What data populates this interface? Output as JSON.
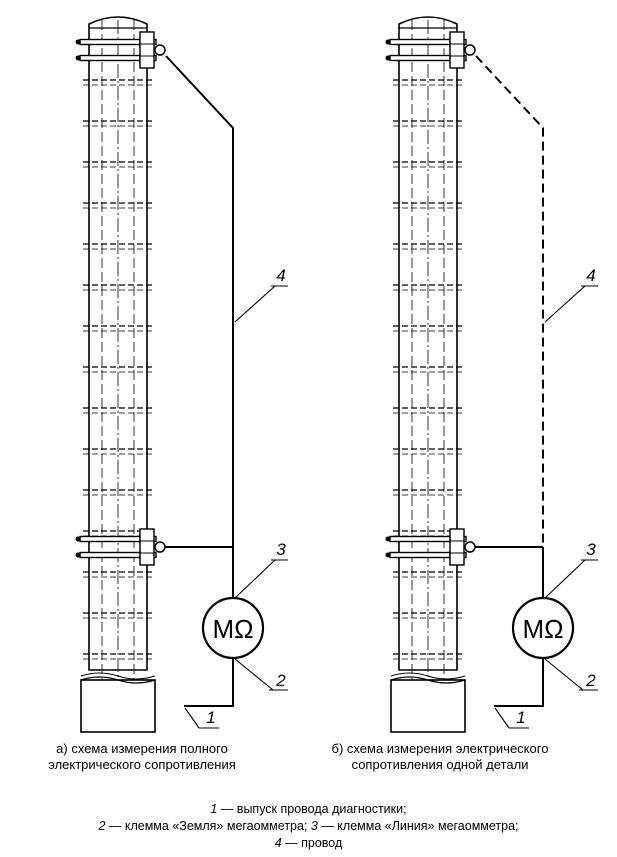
{
  "schemes": [
    {
      "id": "a",
      "caption_line1": "а) схема измерения полного",
      "caption_line2": "электрического сопротивления",
      "wire_style": "solid"
    },
    {
      "id": "b",
      "caption_line1": "б) схема измерения электрического",
      "caption_line2": "сопротивления одной детали",
      "wire_style": "dashed"
    }
  ],
  "callouts": {
    "one": "1",
    "two": "2",
    "three": "3",
    "four": "4"
  },
  "meter_symbol": "MΩ",
  "legend": {
    "l1_num": "1",
    "l1_text": " — выпуск провода диагностики;",
    "l2_num": "2",
    "l2_text": " — клемма «Земля» мегаомметра; ",
    "l2b_num": "3",
    "l2b_text": " — клемма «Линия» мегаомметра;",
    "l3_num": "4",
    "l3_text": " — провод"
  },
  "colors": {
    "line": "#000000",
    "background": "#ffffff"
  }
}
